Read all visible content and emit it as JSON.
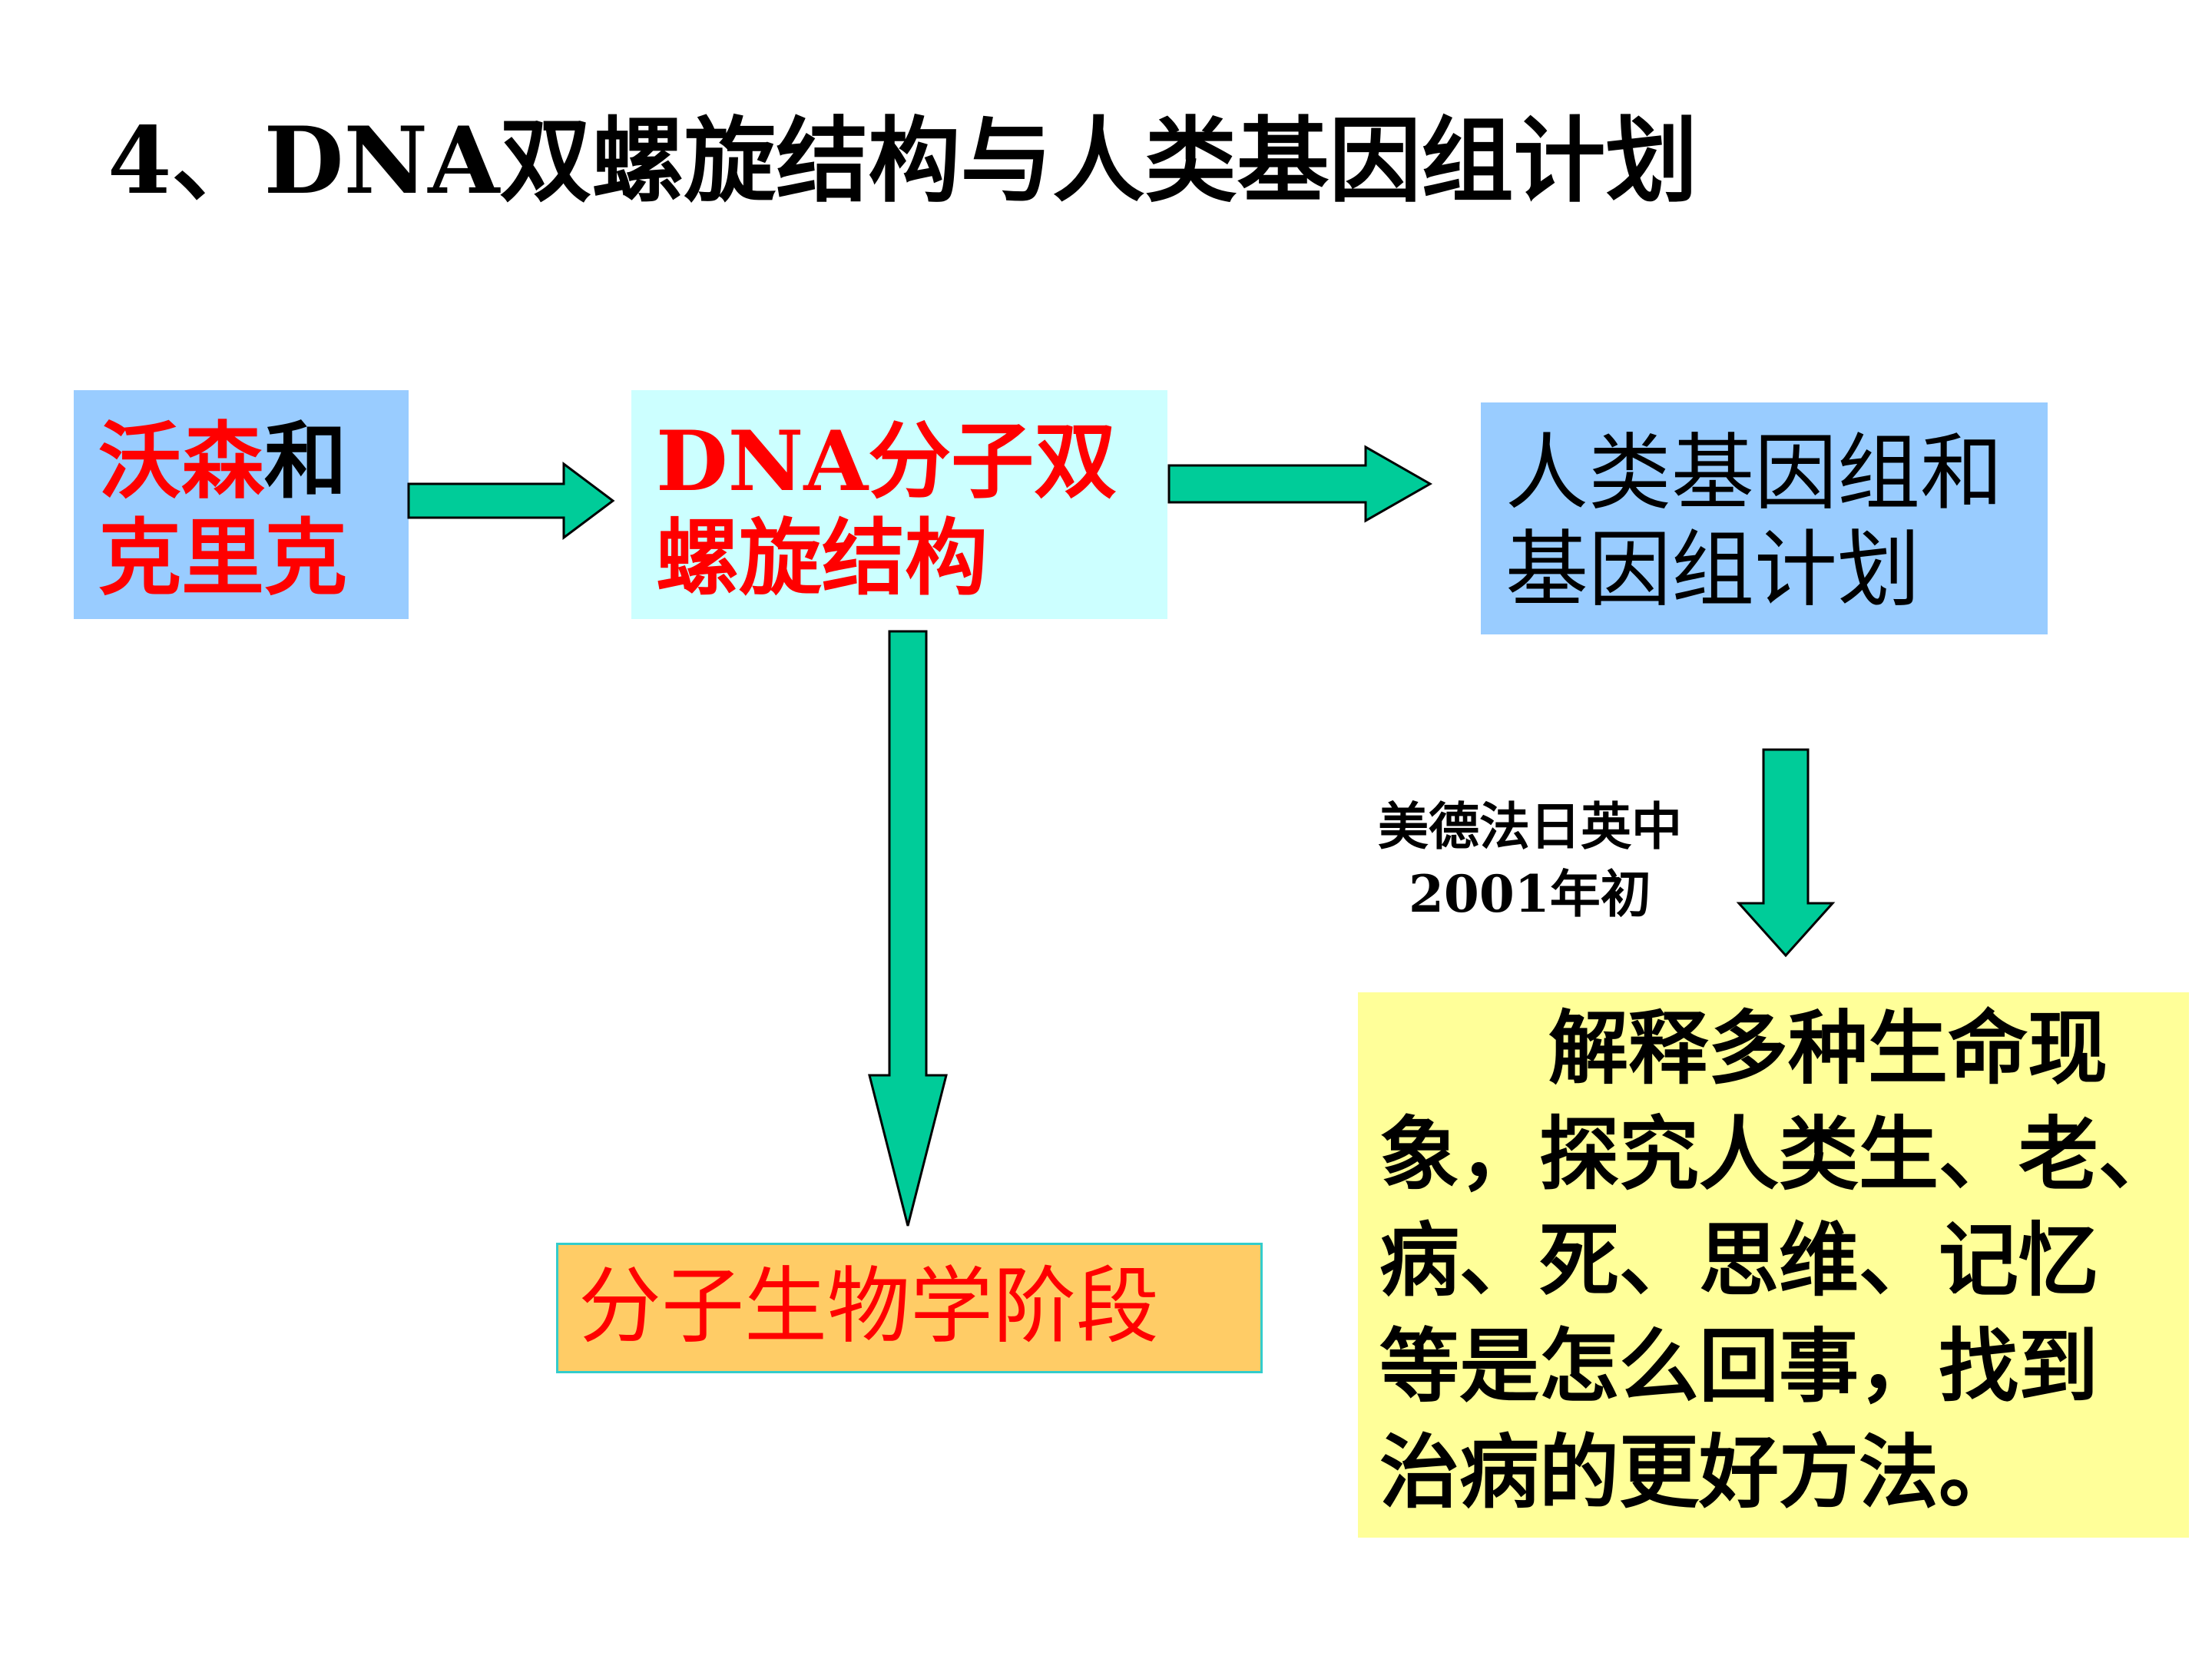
{
  "title": "4、DNA双螺旋结构与人类基因组计划",
  "boxes": {
    "scientists": {
      "line1_red": "沃森",
      "line1_black": "和",
      "line2_red": "克里克"
    },
    "dna_structure": {
      "line1": "DNA分子双",
      "line2": "螺旋结构"
    },
    "genome": {
      "line1": "人类基因组和",
      "line2": "基因组计划"
    },
    "molecular_stage": {
      "text": "分子生物学阶段"
    },
    "explanation": {
      "line1": "解释多种生命现",
      "line2": "象，探究人类生、老、",
      "line3": "病、死、思维、记忆",
      "line4": "等是怎么回事，找到",
      "line5": "治病的更好方法。"
    }
  },
  "note": {
    "line1": "美德法日英中",
    "line2": "2001年初"
  },
  "colors": {
    "arrow_fill": "#00cc99",
    "box_blue": "#99ccff",
    "box_cyan": "#ccffff",
    "box_orange": "#ffcc66",
    "box_yellow": "#ffff99",
    "text_red": "#ff0000"
  }
}
